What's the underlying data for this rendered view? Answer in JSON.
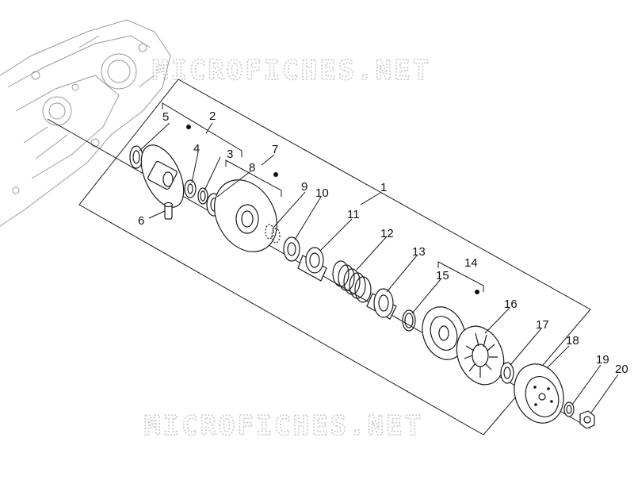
{
  "watermark": {
    "top": "MICROFICHES.NET",
    "bottom": "MICROFICHES.NET"
  },
  "callouts": [
    "1",
    "2",
    "3",
    "4",
    "5",
    "6",
    "7",
    "8",
    "9",
    "10",
    "11",
    "12",
    "13",
    "14",
    "15",
    "16",
    "17",
    "18",
    "19",
    "20"
  ],
  "icons": [
    "crankcase-outline",
    "fixed-half-pulley",
    "movable-half-pulley",
    "bearing",
    "roller",
    "driven-spring",
    "clutch-shoe-assembly",
    "fan-pulley",
    "clutch-bell",
    "washer",
    "nut"
  ],
  "colors": {
    "line": "#1a1a1a",
    "watermark": "#c8c8c8",
    "background": "#ffffff"
  }
}
